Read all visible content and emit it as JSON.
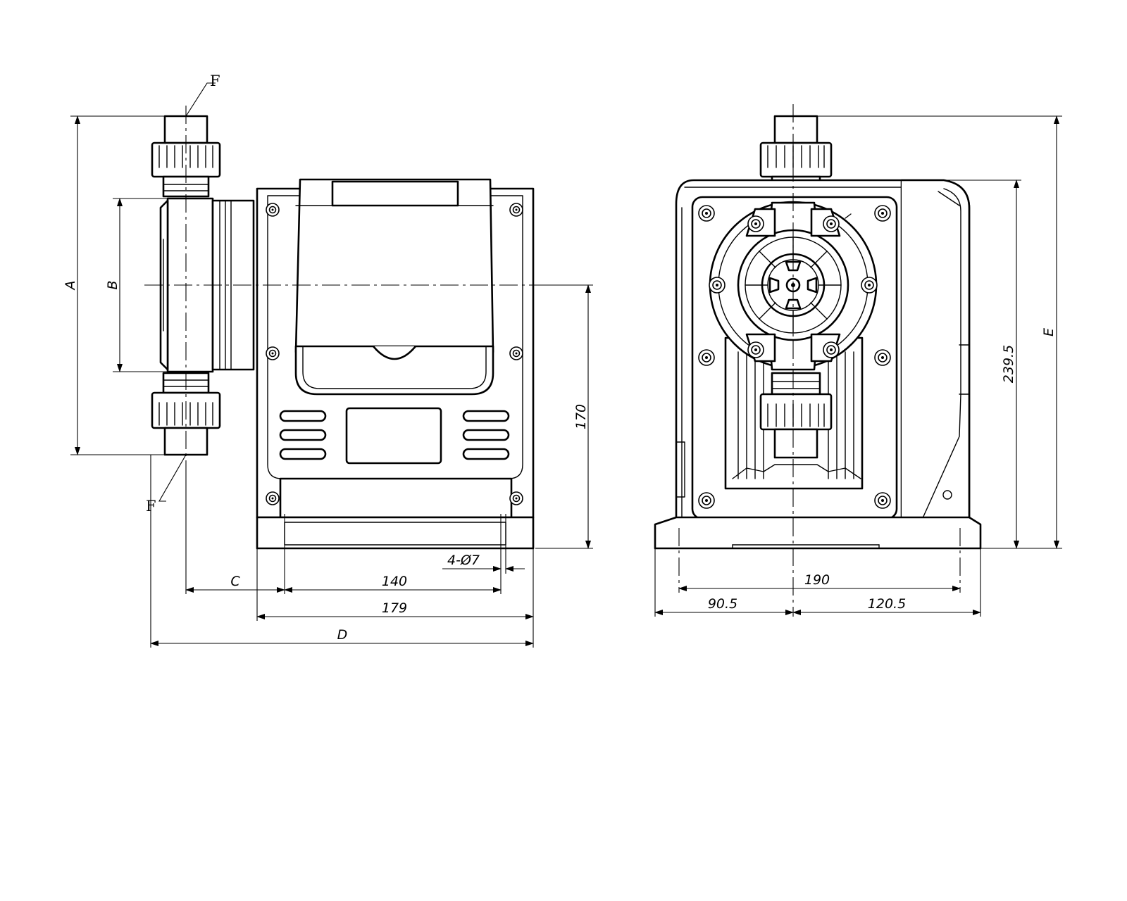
{
  "dimensions": {
    "A": "A",
    "B": "B",
    "C": "C",
    "D": "D",
    "E": "E",
    "F_top": "F",
    "F_bottom": "F",
    "d140": "140",
    "d179": "179",
    "d170": "170",
    "hole": "4-Ø7",
    "d190": "190",
    "d90_5": "90.5",
    "d120_5": "120.5",
    "d239_5": "239.5"
  }
}
